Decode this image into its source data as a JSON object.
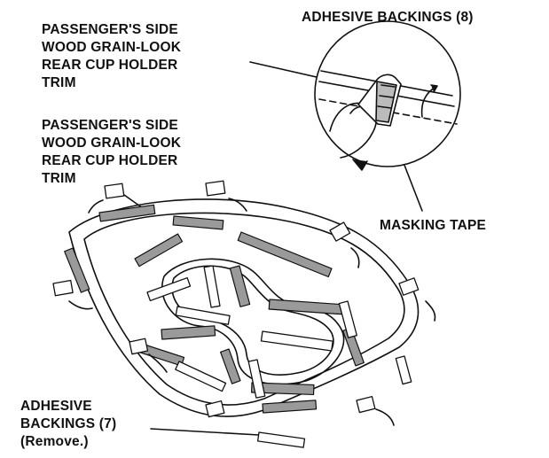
{
  "labels": {
    "top_left": [
      "PASSENGER'S SIDE",
      "WOOD GRAIN-LOOK",
      "REAR CUP HOLDER",
      "TRIM"
    ],
    "mid_left": [
      "PASSENGER'S SIDE",
      "WOOD GRAIN-LOOK",
      "REAR CUP HOLDER",
      "TRIM"
    ],
    "adhesive_8": "ADHESIVE BACKINGS (8)",
    "masking_tape": "MASKING TAPE",
    "adhesive_7": [
      "ADHESIVE",
      "BACKINGS (7)",
      "(Remove.)"
    ]
  },
  "colors": {
    "ink": "#111111",
    "tape_gray": "#9a9a9a",
    "background": "#ffffff"
  }
}
